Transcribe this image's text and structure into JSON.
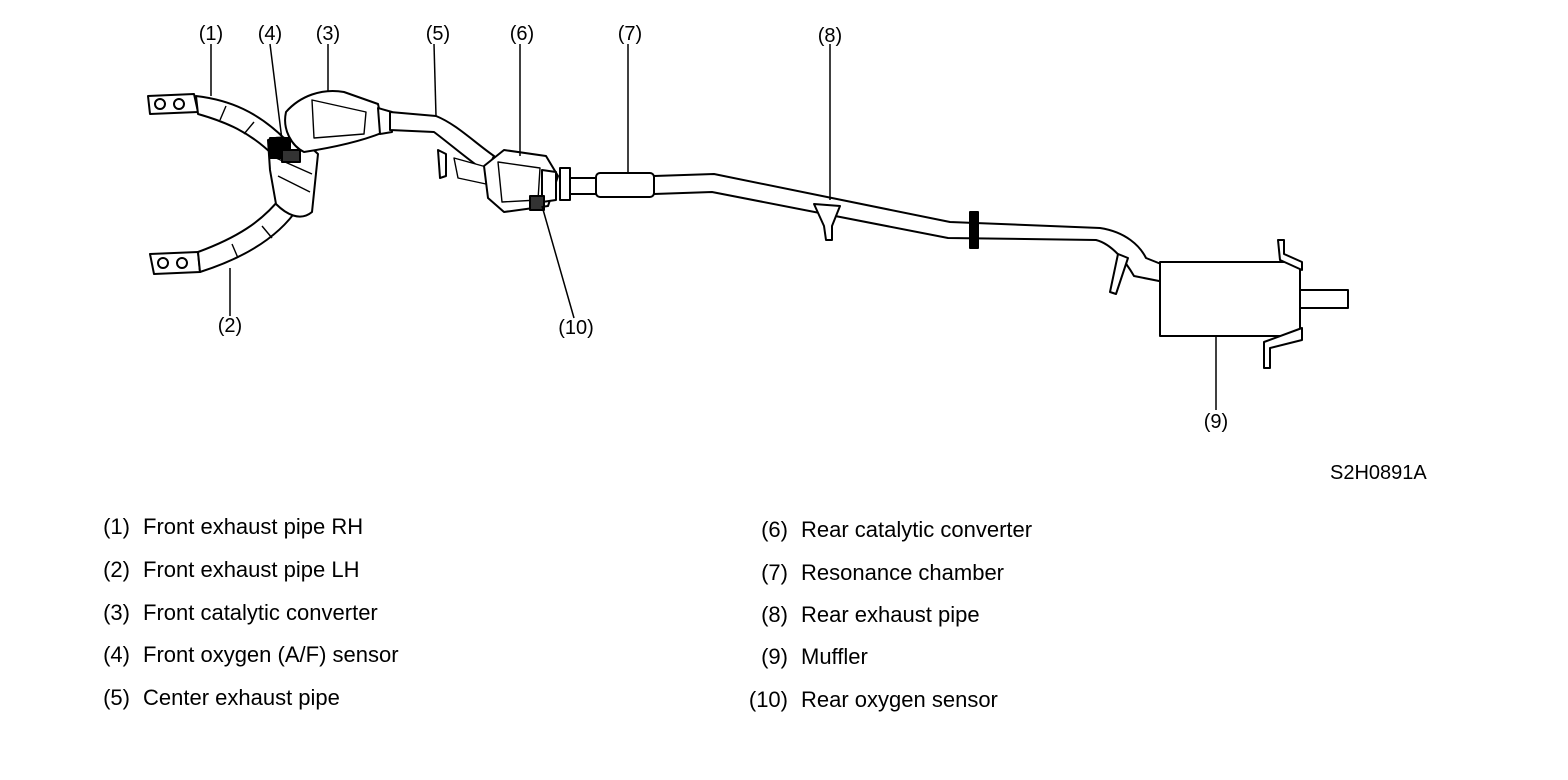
{
  "figure_code": "S2H0891A",
  "callouts": [
    "(1)",
    "(2)",
    "(3)",
    "(4)",
    "(5)",
    "(6)",
    "(7)",
    "(8)",
    "(9)",
    "(10)"
  ],
  "legend": [
    {
      "num": "(1)",
      "text": "Front exhaust pipe RH"
    },
    {
      "num": "(2)",
      "text": "Front exhaust pipe LH"
    },
    {
      "num": "(3)",
      "text": "Front catalytic converter"
    },
    {
      "num": "(4)",
      "text": "Front oxygen (A/F) sensor"
    },
    {
      "num": "(5)",
      "text": "Center exhaust pipe"
    },
    {
      "num": "(6)",
      "text": "Rear catalytic converter"
    },
    {
      "num": "(7)",
      "text": "Resonance chamber"
    },
    {
      "num": "(8)",
      "text": "Rear exhaust pipe"
    },
    {
      "num": "(9)",
      "text": "Muffler"
    },
    {
      "num": "(10)",
      "text": "Rear oxygen sensor"
    }
  ]
}
